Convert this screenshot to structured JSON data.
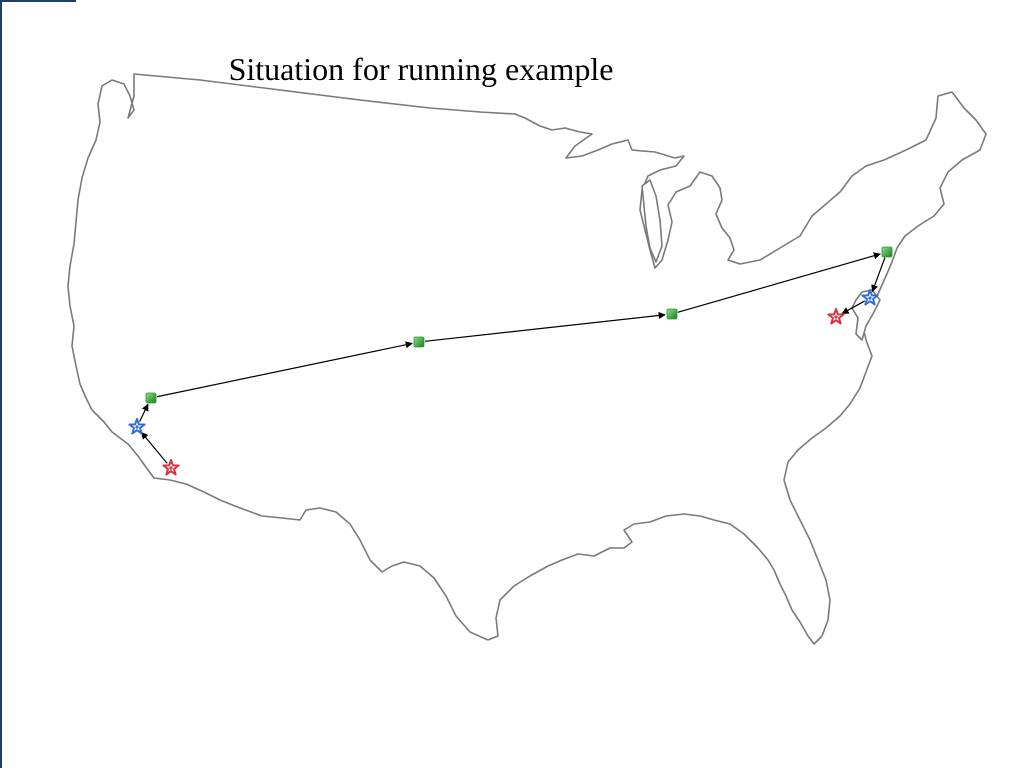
{
  "slide": {
    "title": "Situation for running example"
  },
  "colors": {
    "outline": "#7a7a7a",
    "route": "#000000",
    "origin_marker": "#d9333f",
    "transfer_marker": "#2f6fd6",
    "node_marker": "#2e9a2e",
    "left_accent": "#1f3f6e"
  },
  "map": {
    "region": "contiguous United States outline",
    "markers": [
      {
        "name": "west-origin-star",
        "kind": "origin",
        "icon": "red-star-icon"
      },
      {
        "name": "west-transfer-star",
        "kind": "transfer",
        "icon": "blue-star-icon"
      },
      {
        "name": "west-node",
        "kind": "node",
        "icon": "green-square-icon"
      },
      {
        "name": "central-node-1",
        "kind": "node",
        "icon": "green-square-icon"
      },
      {
        "name": "central-node-2",
        "kind": "node",
        "icon": "green-square-icon"
      },
      {
        "name": "east-node",
        "kind": "node",
        "icon": "green-square-icon"
      },
      {
        "name": "east-transfer-star",
        "kind": "transfer",
        "icon": "blue-star-icon"
      },
      {
        "name": "east-origin-star",
        "kind": "origin",
        "icon": "red-star-icon"
      }
    ],
    "route_sequence": [
      "west-origin-star",
      "west-transfer-star",
      "west-node",
      "central-node-1",
      "central-node-2",
      "east-node",
      "east-transfer-star",
      "east-origin-star"
    ]
  }
}
